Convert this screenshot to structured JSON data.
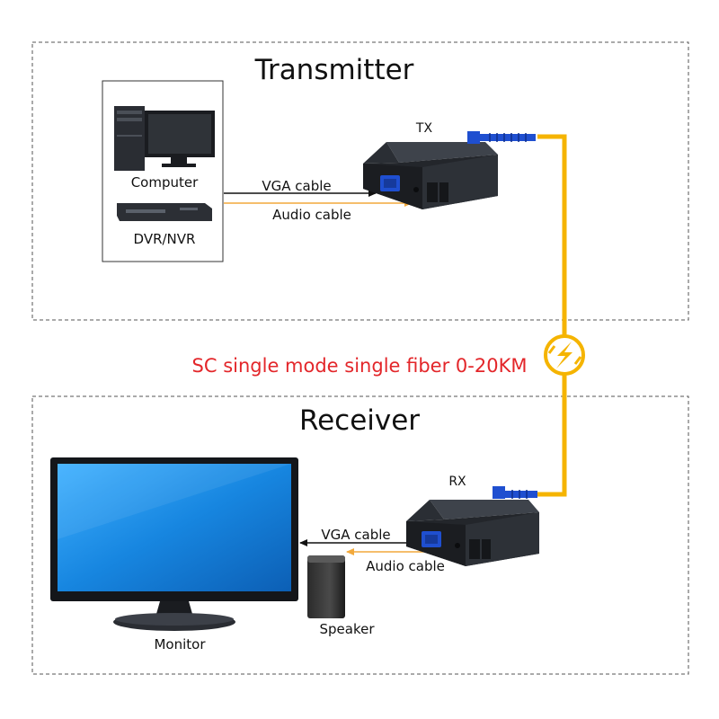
{
  "transmitter": {
    "title": "Transmitter",
    "device_label": "TX",
    "sources": [
      "Computer",
      "DVR/NVR"
    ],
    "video_cable": "VGA cable",
    "audio_cable": "Audio cable"
  },
  "receiver": {
    "title": "Receiver",
    "device_label": "RX",
    "video_cable": "VGA cable",
    "audio_cable": "Audio cable",
    "monitor_label": "Monitor",
    "speaker_label": "Speaker"
  },
  "fiber": {
    "label": "SC single mode single fiber 0-20KM"
  },
  "colors": {
    "fiber": "#f5b400",
    "fiber_label": "#e3262a",
    "audio_arrow": "#f2a93b",
    "vga_arrow": "#111111",
    "connector": "#1f4fd0",
    "screen": "#1e8fe6"
  },
  "icons": {
    "computer": "desktop-computer-icon",
    "dvr": "dvr-recorder-icon",
    "converter": "fiber-converter-icon",
    "monitor": "monitor-icon",
    "speaker": "speaker-icon",
    "fiber_link": "lightning-bolt-icon"
  }
}
